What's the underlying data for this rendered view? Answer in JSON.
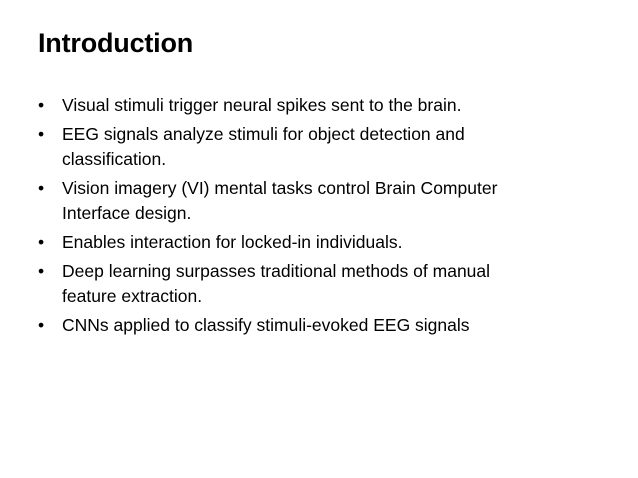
{
  "slide": {
    "title": "Introduction",
    "bullet_glyph": "•",
    "bullets": [
      {
        "lines": [
          "Visual stimuli trigger neural spikes sent to the brain."
        ]
      },
      {
        "lines": [
          "EEG signals analyze stimuli for object detection and",
          "classification."
        ]
      },
      {
        "lines": [
          "Vision imagery (VI) mental tasks control Brain Computer",
          "Interface design."
        ]
      },
      {
        "lines": [
          "Enables interaction for locked-in individuals."
        ]
      },
      {
        "lines": [
          "Deep learning surpasses traditional methods of manual",
          "feature extraction."
        ]
      },
      {
        "lines": [
          "CNNs applied to classify stimuli-evoked EEG signals"
        ]
      }
    ]
  },
  "colors": {
    "background": "#ffffff",
    "text": "#000000"
  }
}
